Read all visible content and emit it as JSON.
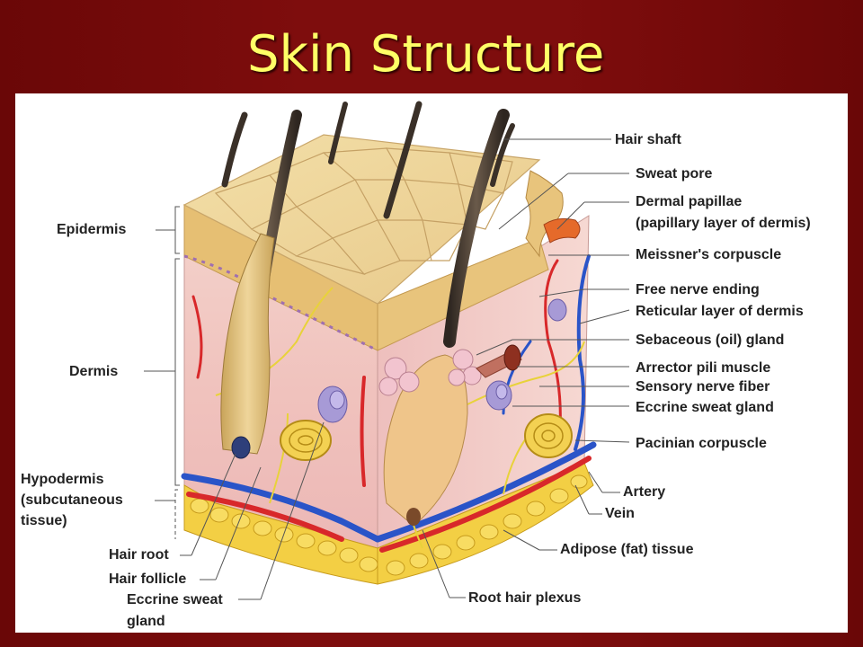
{
  "slide": {
    "title": "Skin Structure"
  },
  "colors": {
    "background": "#7e0d0d",
    "title": "#ffff66",
    "panel": "#ffffff",
    "artery": "#d8282a",
    "vein": "#2a54c8",
    "fat": "#f4cc40"
  },
  "labels_left": {
    "epidermis": "Epidermis",
    "dermis": "Dermis",
    "hypodermis_1": "Hypodermis",
    "hypodermis_2": "(subcutaneous",
    "hypodermis_3": "tissue)",
    "hair_root": "Hair root",
    "hair_follicle": "Hair follicle",
    "eccrine_1": "Eccrine sweat",
    "eccrine_2": "gland"
  },
  "labels_right": {
    "hair_shaft": "Hair shaft",
    "sweat_pore": "Sweat pore",
    "dermal_papillae_1": "Dermal papillae",
    "dermal_papillae_2": "(papillary layer of dermis)",
    "meissner": "Meissner's corpuscle",
    "free_nerve": "Free nerve ending",
    "reticular": "Reticular layer of dermis",
    "sebaceous": "Sebaceous (oil) gland",
    "arrector": "Arrector pili muscle",
    "sensory": "Sensory nerve fiber",
    "eccrine_right": "Eccrine sweat gland",
    "pacinian": "Pacinian corpuscle",
    "artery": "Artery",
    "vein": "Vein",
    "adipose": "Adipose (fat) tissue",
    "root_plexus": "Root hair plexus"
  }
}
